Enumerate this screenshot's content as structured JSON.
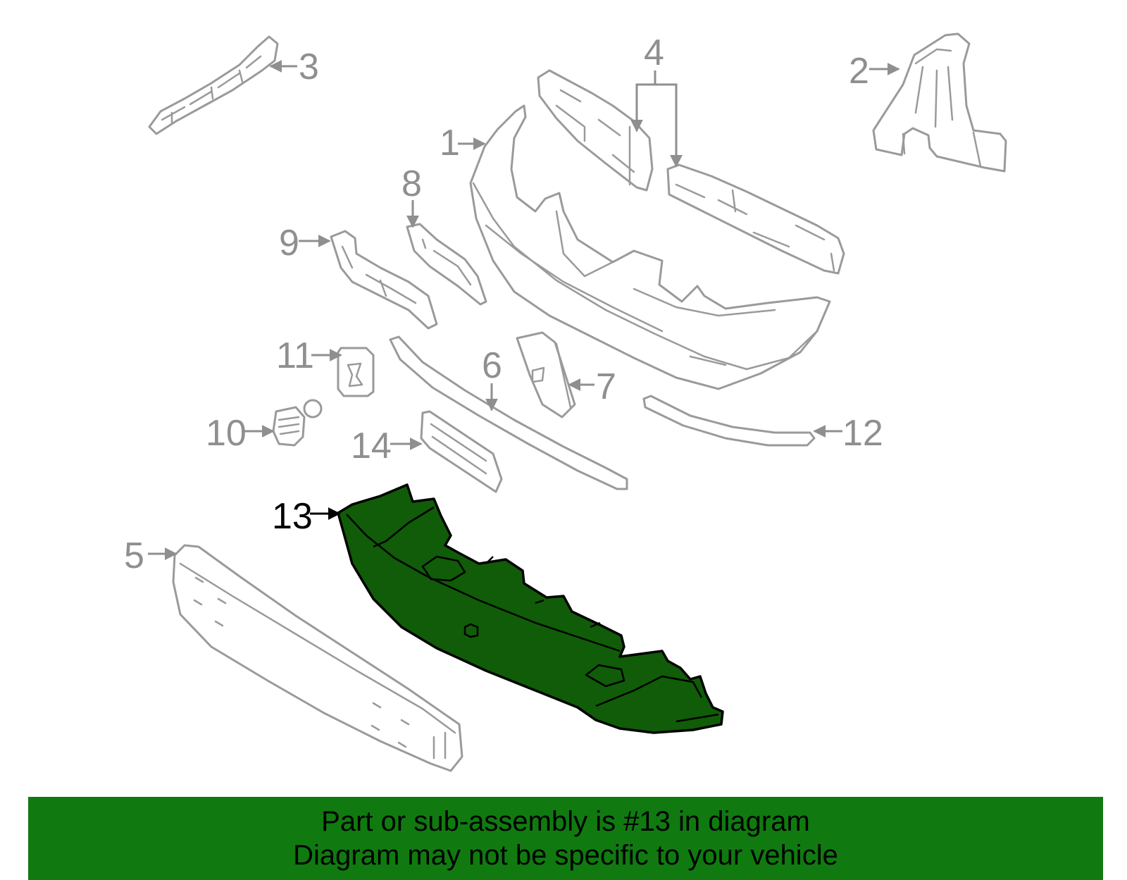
{
  "colors": {
    "highlight_fill": "#105c08",
    "banner_fill": "#107a10",
    "line_gray": "#9a9a9a",
    "text_black": "#000000"
  },
  "callouts": {
    "c1": "1",
    "c2": "2",
    "c3": "3",
    "c4": "4",
    "c5": "5",
    "c6": "6",
    "c7": "7",
    "c8": "8",
    "c9": "9",
    "c10": "10",
    "c11": "11",
    "c12": "12",
    "c13": "13",
    "c14": "14"
  },
  "highlighted_part": "13",
  "banner": {
    "line1": "Part or sub-assembly is #13 in diagram",
    "line2": "Diagram may not be specific to your vehicle"
  }
}
